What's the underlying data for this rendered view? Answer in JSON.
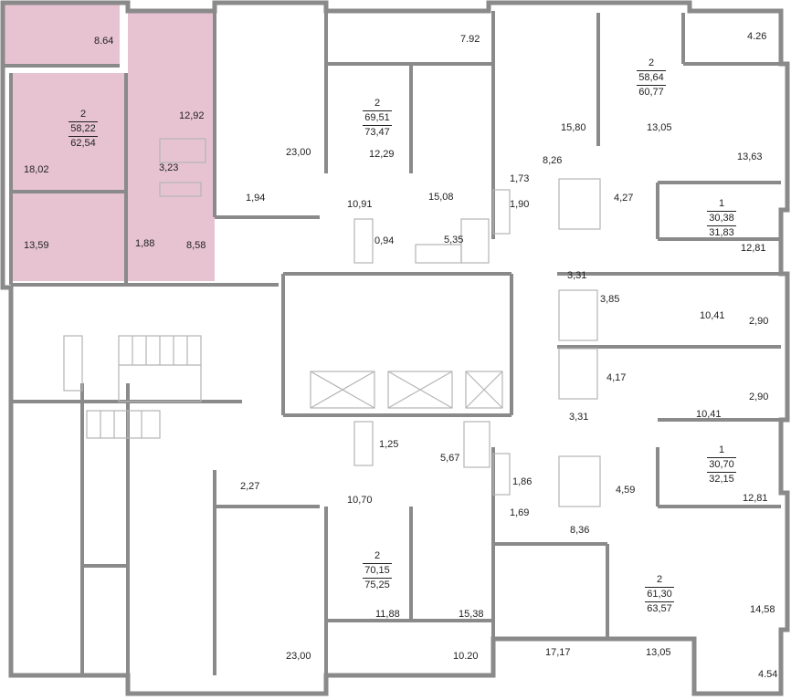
{
  "colors": {
    "wall": "#8a8a8a",
    "highlight": "#e7c3d2",
    "line": "#b5b5b5"
  },
  "highlighted_apartment": {
    "rooms": "2",
    "living_area": "58,22",
    "total_area": "62,54"
  },
  "apartments": [
    {
      "id": "a1",
      "rooms": "2",
      "living": "58,22",
      "total": "62,54"
    },
    {
      "id": "a2",
      "rooms": "2",
      "living": "69,51",
      "total": "73,47"
    },
    {
      "id": "a3",
      "rooms": "2",
      "living": "58,64",
      "total": "60,77"
    },
    {
      "id": "a4",
      "rooms": "1",
      "living": "30,38",
      "total": "31,83"
    },
    {
      "id": "a5",
      "rooms": "1",
      "living": "30,70",
      "total": "32,15"
    },
    {
      "id": "a6",
      "rooms": "2",
      "living": "70,15",
      "total": "75,25"
    },
    {
      "id": "a7",
      "rooms": "2",
      "living": "61,30",
      "total": "63,57"
    }
  ],
  "rooms": [
    {
      "id": "r1",
      "v": "8.64"
    },
    {
      "id": "r2",
      "v": "12,92"
    },
    {
      "id": "r3",
      "v": "18,02"
    },
    {
      "id": "r4",
      "v": "3,23"
    },
    {
      "id": "r5",
      "v": "13,59"
    },
    {
      "id": "r6",
      "v": "1,88"
    },
    {
      "id": "r7",
      "v": "8,58"
    },
    {
      "id": "r8",
      "v": "23,00"
    },
    {
      "id": "r9",
      "v": "1,94"
    },
    {
      "id": "r10",
      "v": "7.92"
    },
    {
      "id": "r11",
      "v": "12,29"
    },
    {
      "id": "r12",
      "v": "10,91"
    },
    {
      "id": "r13",
      "v": "15,08"
    },
    {
      "id": "r14",
      "v": "0,94"
    },
    {
      "id": "r15",
      "v": "5,35"
    },
    {
      "id": "r16",
      "v": "15,80"
    },
    {
      "id": "r17",
      "v": "4.26"
    },
    {
      "id": "r18",
      "v": "13,05"
    },
    {
      "id": "r19",
      "v": "8,26"
    },
    {
      "id": "r20",
      "v": "1,73"
    },
    {
      "id": "r21",
      "v": "13,63"
    },
    {
      "id": "r22",
      "v": "1,90"
    },
    {
      "id": "r23",
      "v": "4,27"
    },
    {
      "id": "r24",
      "v": "12,81"
    },
    {
      "id": "r25",
      "v": "3,31"
    },
    {
      "id": "r26",
      "v": "3,85"
    },
    {
      "id": "r27",
      "v": "10,41"
    },
    {
      "id": "r28",
      "v": "2,90"
    },
    {
      "id": "r29",
      "v": "4,17"
    },
    {
      "id": "r30",
      "v": "2,90"
    },
    {
      "id": "r31",
      "v": "10,41"
    },
    {
      "id": "r32",
      "v": "3,31"
    },
    {
      "id": "r33",
      "v": "1,25"
    },
    {
      "id": "r34",
      "v": "5,67"
    },
    {
      "id": "r35",
      "v": "1,86"
    },
    {
      "id": "r36",
      "v": "2,27"
    },
    {
      "id": "r37",
      "v": "4,59"
    },
    {
      "id": "r38",
      "v": "10,70"
    },
    {
      "id": "r39",
      "v": "12,81"
    },
    {
      "id": "r40",
      "v": "1,69"
    },
    {
      "id": "r41",
      "v": "8,36"
    },
    {
      "id": "r42",
      "v": "11,88"
    },
    {
      "id": "r43",
      "v": "15,38"
    },
    {
      "id": "r44",
      "v": "14,58"
    },
    {
      "id": "r45",
      "v": "17,17"
    },
    {
      "id": "r46",
      "v": "13,05"
    },
    {
      "id": "r47",
      "v": "23,00"
    },
    {
      "id": "r48",
      "v": "10.20"
    },
    {
      "id": "r49",
      "v": "4.54"
    }
  ]
}
